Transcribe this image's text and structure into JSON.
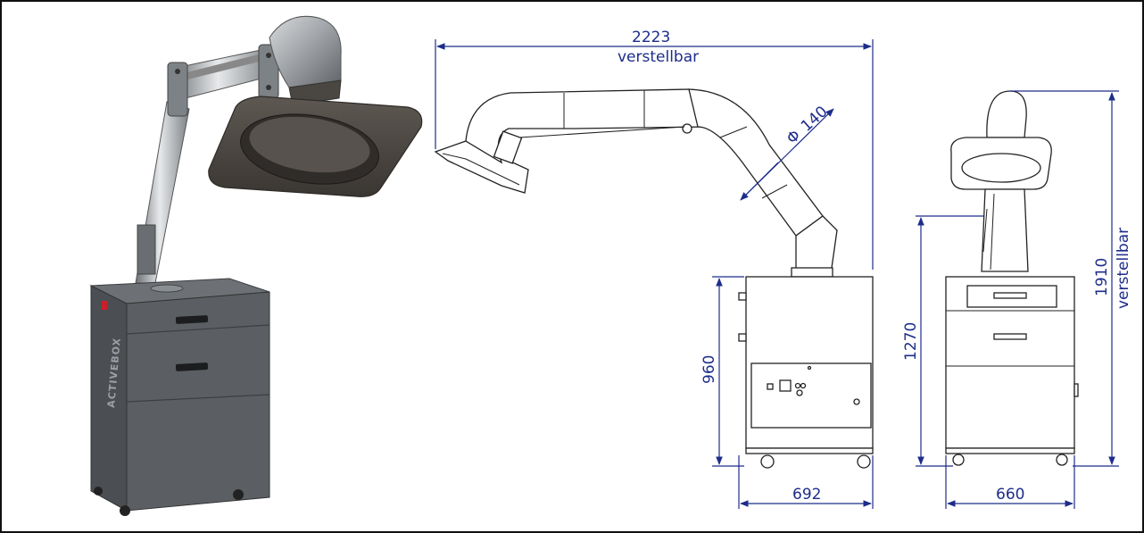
{
  "product": {
    "brand_label": "ACTIVEBOX"
  },
  "dimensions": {
    "width_arm": "2223",
    "width_arm_note": "verstellbar",
    "diameter_symbol": "Φ",
    "diameter": "140",
    "height_unit_side": "960",
    "depth_unit_side": "692",
    "height_arm_front": "1270",
    "height_total": "1910",
    "height_total_note": "verstellbar",
    "width_unit_front": "660"
  },
  "colors": {
    "dimension": "#1d2d8a",
    "cabinet": "#5b5f63",
    "cabinet_dark": "#45484c",
    "hood": "#4e4a45",
    "accent_red": "#c8202a"
  }
}
